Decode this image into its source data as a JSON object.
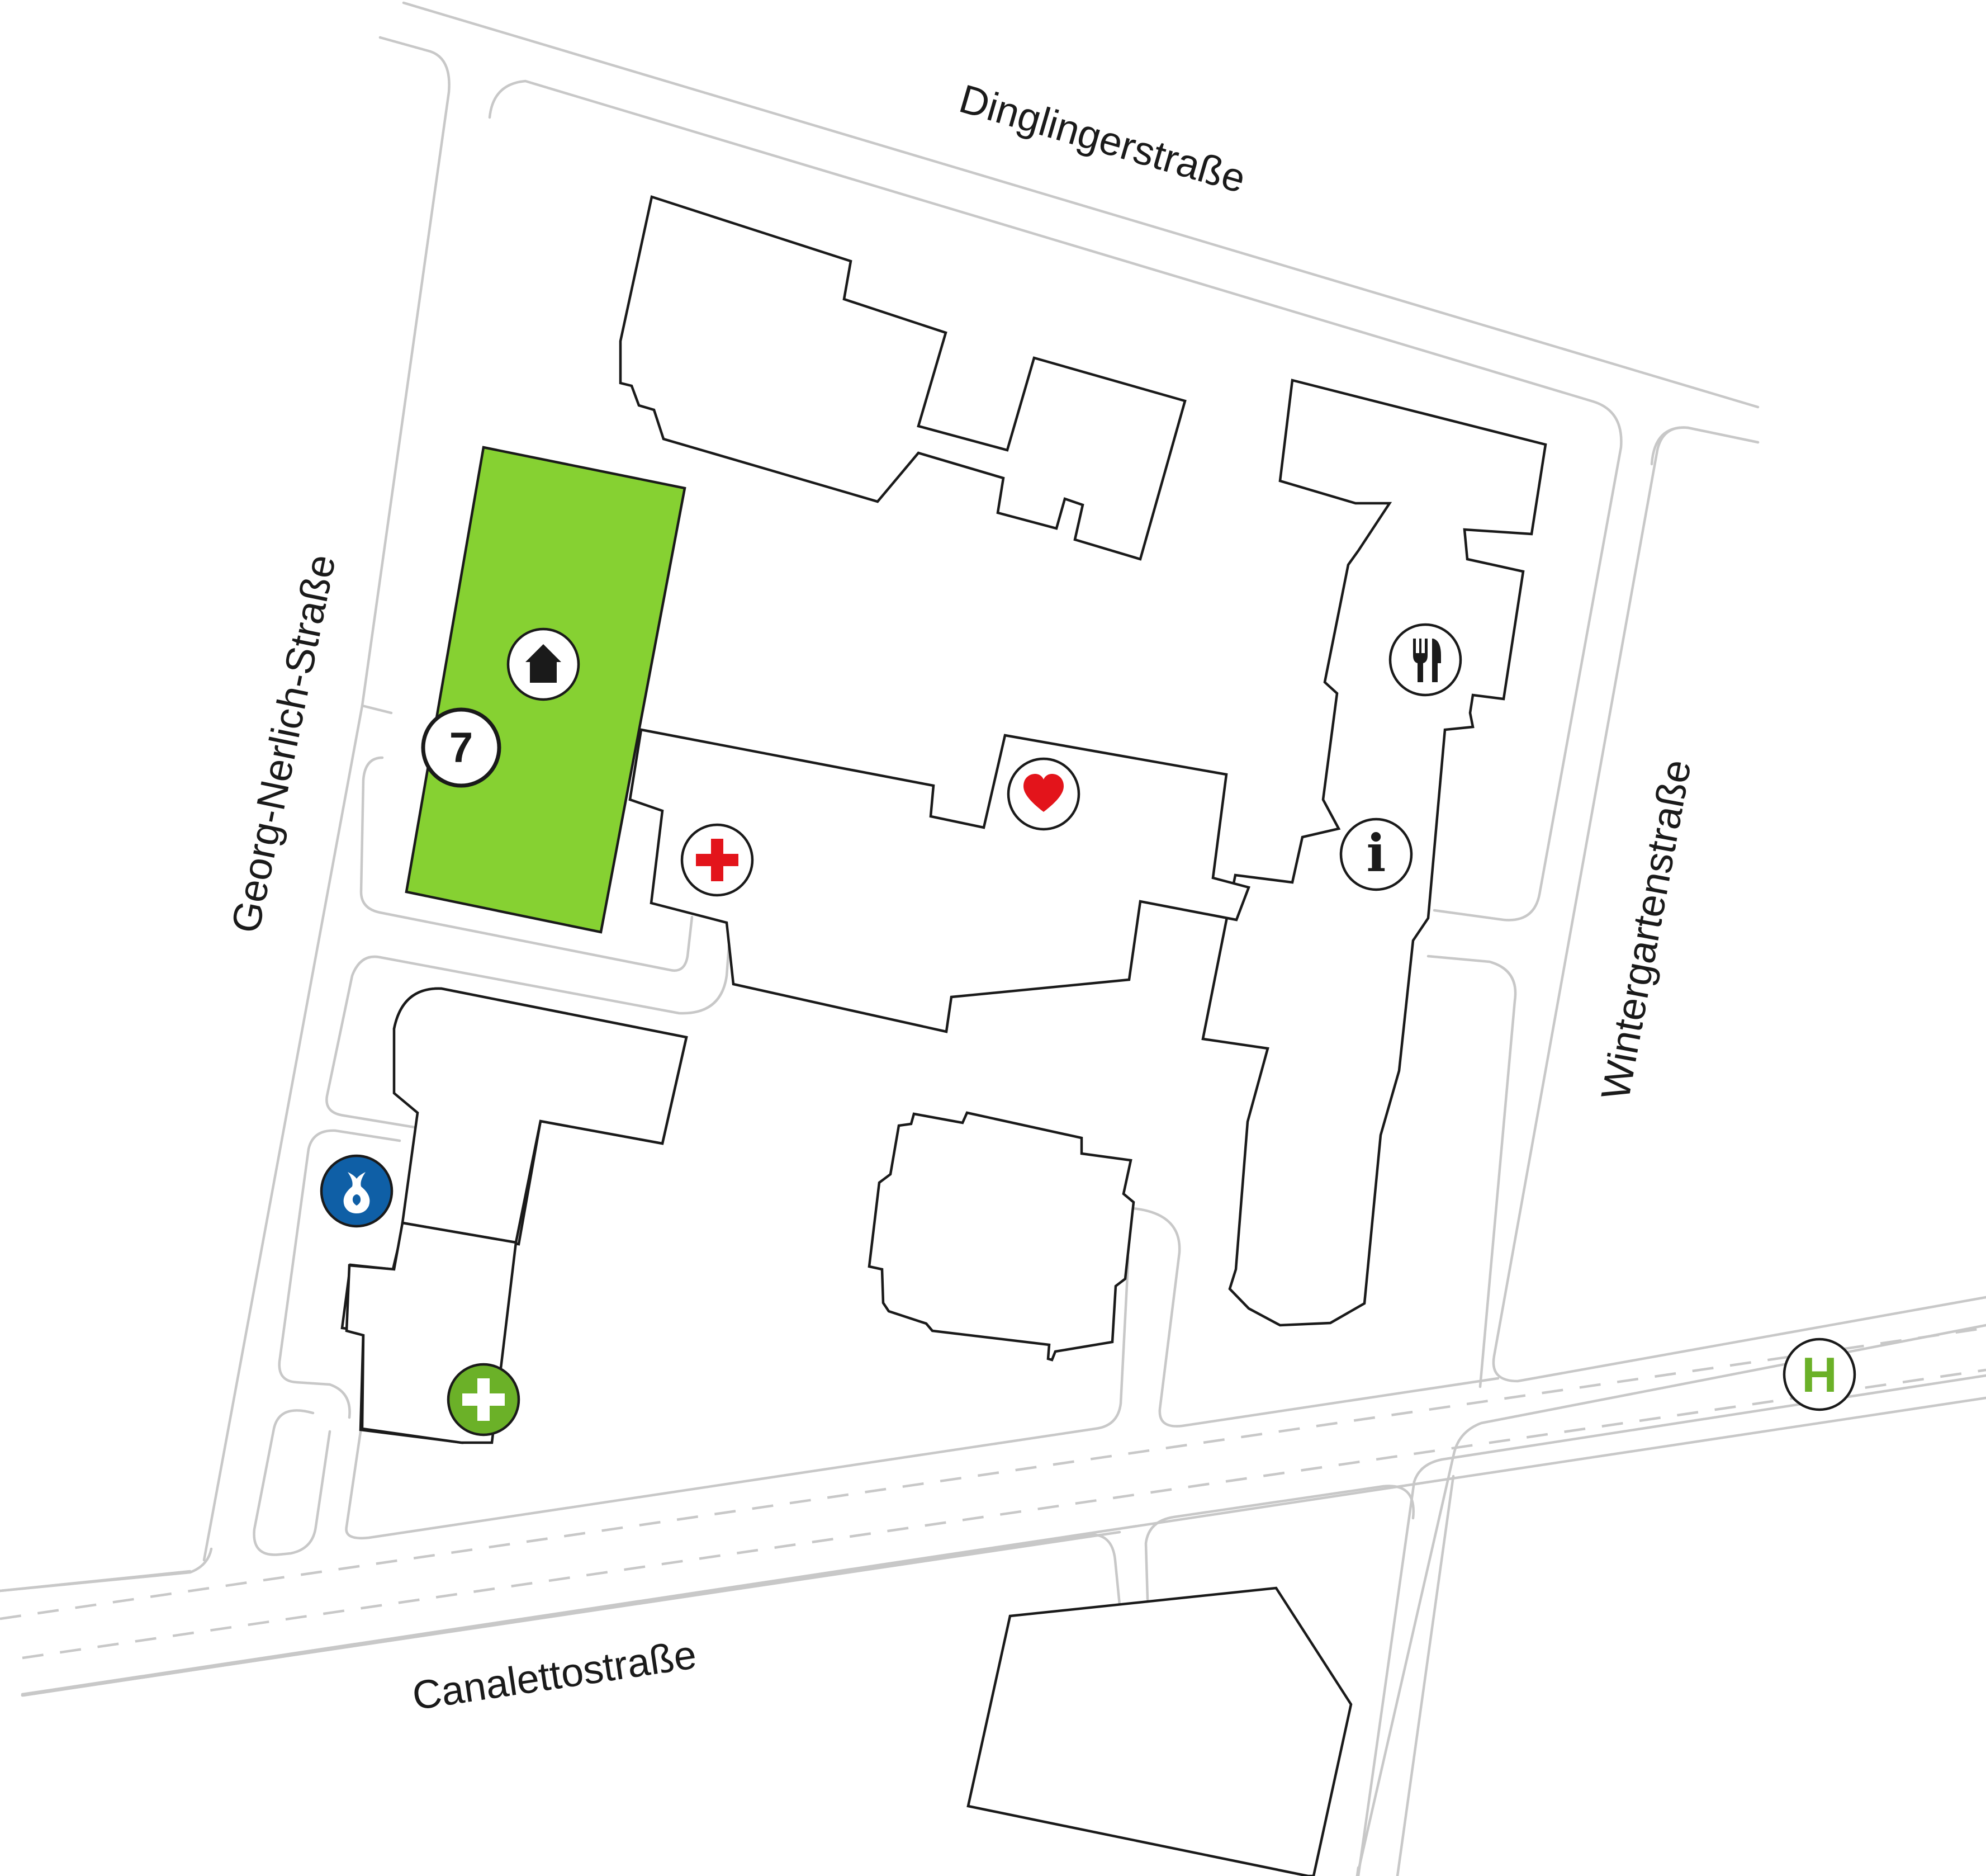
{
  "streets": {
    "north": "Dinglingerstraße",
    "west": "Georg-Nerlich-Straße",
    "east": "Wintergartenstraße",
    "south": "Canalettostraße"
  },
  "highlighted_building": {
    "number": "7",
    "color": "#86d132"
  },
  "map_colors": {
    "building_outline": "#1a1a1a",
    "street_lines": "#c8c8c8",
    "first_aid_red": "#e3141b",
    "emergency_blue": "#0f5fa6",
    "pharmacy_green": "#6bb128",
    "bus_stop_green": "#6bb128"
  },
  "icons": [
    "home-icon",
    "building-number-badge",
    "first-aid-cross-icon",
    "heart-icon",
    "restaurant-icon",
    "info-icon",
    "emergency-bag-icon",
    "pharmacy-cross-icon",
    "bus-stop-icon"
  ],
  "labels": {
    "info": "i",
    "bus_stop": "H"
  }
}
